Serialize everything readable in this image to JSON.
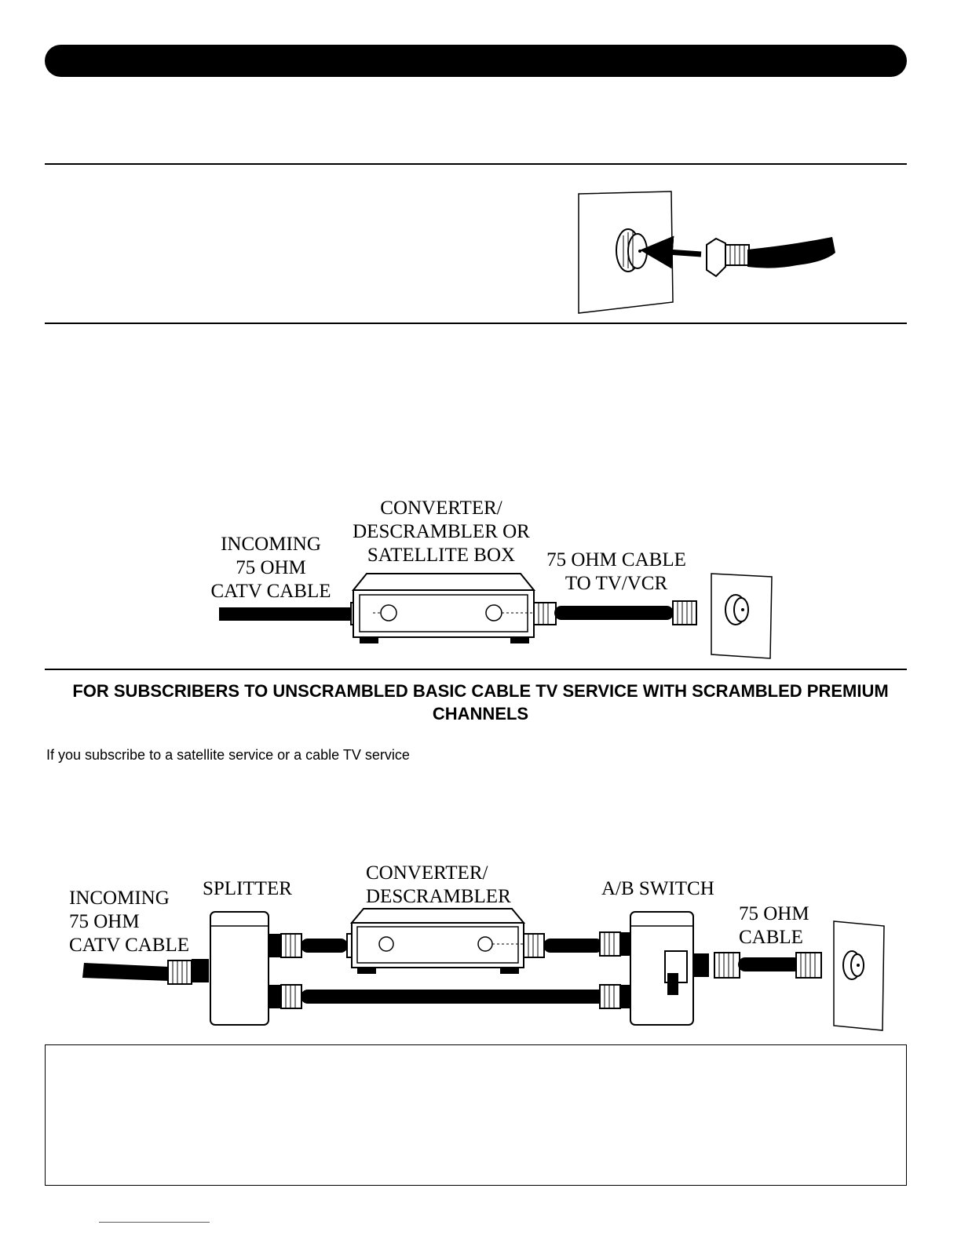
{
  "diagram1": {
    "incoming": "INCOMING\n75 OHM\nCATV CABLE",
    "box": "CONVERTER/\nDESCRAMBLER OR\nSATELLITE BOX",
    "out": "75 OHM CABLE\nTO TV/VCR"
  },
  "section": {
    "title": "FOR SUBSCRIBERS TO UNSCRAMBLED BASIC CABLE TV SERVICE WITH SCRAMBLED PREMIUM CHANNELS",
    "body": "If you subscribe to a satellite service or a cable TV service"
  },
  "diagram2": {
    "incoming": "INCOMING\n75 OHM\nCATV CABLE",
    "splitter": "SPLITTER",
    "converter": "CONVERTER/\nDESCRAMBLER",
    "switch": "A/B SWITCH",
    "cable": "75 OHM\nCABLE"
  }
}
